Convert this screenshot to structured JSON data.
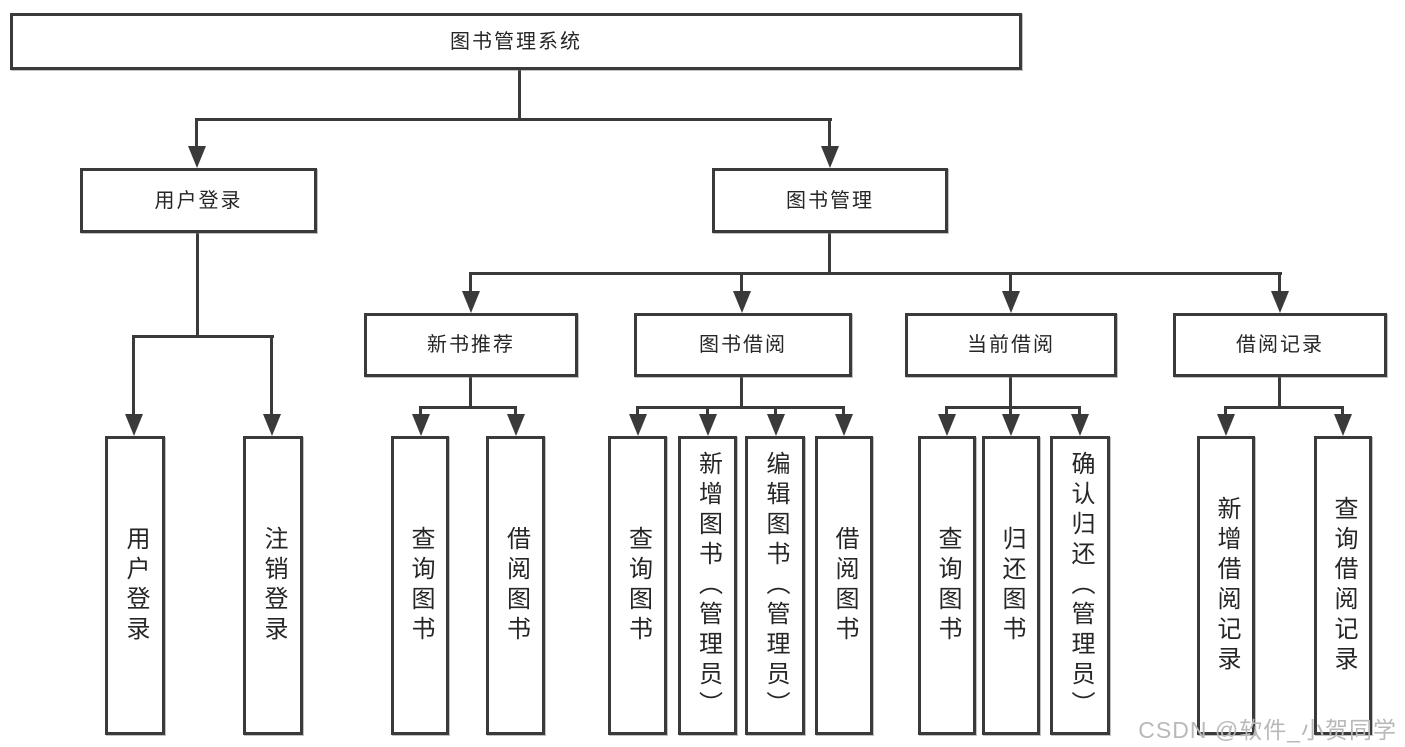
{
  "colors": {
    "line": "#3a3a3a",
    "text": "#262626",
    "watermark": "#b9b9b9",
    "background": "#ffffff"
  },
  "watermark": {
    "text": "CSDN @软件_小贺同学"
  },
  "tree": {
    "root": {
      "label": "图书管理系统",
      "children": [
        {
          "label": "用户登录",
          "children": [
            {
              "label": "用户登录"
            },
            {
              "label": "注销登录"
            }
          ]
        },
        {
          "label": "图书管理",
          "children": [
            {
              "label": "新书推荐",
              "children": [
                {
                  "label": "查询图书"
                },
                {
                  "label": "借阅图书"
                }
              ]
            },
            {
              "label": "图书借阅",
              "children": [
                {
                  "label": "查询图书"
                },
                {
                  "label": "新增图书（管理员）"
                },
                {
                  "label": "编辑图书（管理员）"
                },
                {
                  "label": "借阅图书"
                }
              ]
            },
            {
              "label": "当前借阅",
              "children": [
                {
                  "label": "查询图书"
                },
                {
                  "label": "归还图书"
                },
                {
                  "label": "确认归还（管理员）"
                }
              ]
            },
            {
              "label": "借阅记录",
              "children": [
                {
                  "label": "新增借阅记录"
                },
                {
                  "label": "查询借阅记录"
                }
              ]
            }
          ]
        }
      ]
    }
  }
}
